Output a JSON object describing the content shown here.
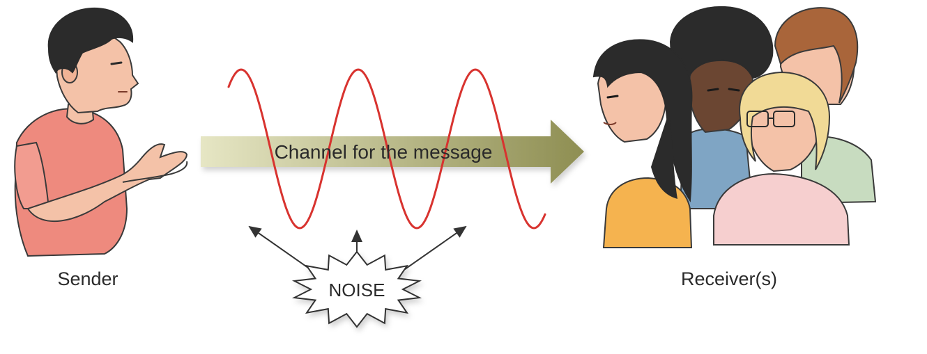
{
  "sender": {
    "label": "Sender"
  },
  "channel": {
    "label": "Channel for the message"
  },
  "noise": {
    "label": "NOISE"
  },
  "receivers": {
    "label": "Receiver(s)"
  },
  "colors": {
    "wave": "#d8332f",
    "channel_arrow_start": "#e6e6c4",
    "channel_arrow_end": "#8e8e52",
    "sender_shirt": "#ee8a7e",
    "skin": "#f4c2a8",
    "hair_dark": "#2b2b2b",
    "hair_blonde": "#f1da96",
    "hair_auburn": "#a9653a",
    "shirt_orange": "#f5b34f",
    "shirt_blue": "#7fa5c4",
    "shirt_pink": "#f6cfcf",
    "shirt_green": "#c8dcc0"
  },
  "icons": {
    "sender": "person-speaking-icon",
    "noise": "starburst-icon",
    "receivers": "group-of-people-icon"
  }
}
